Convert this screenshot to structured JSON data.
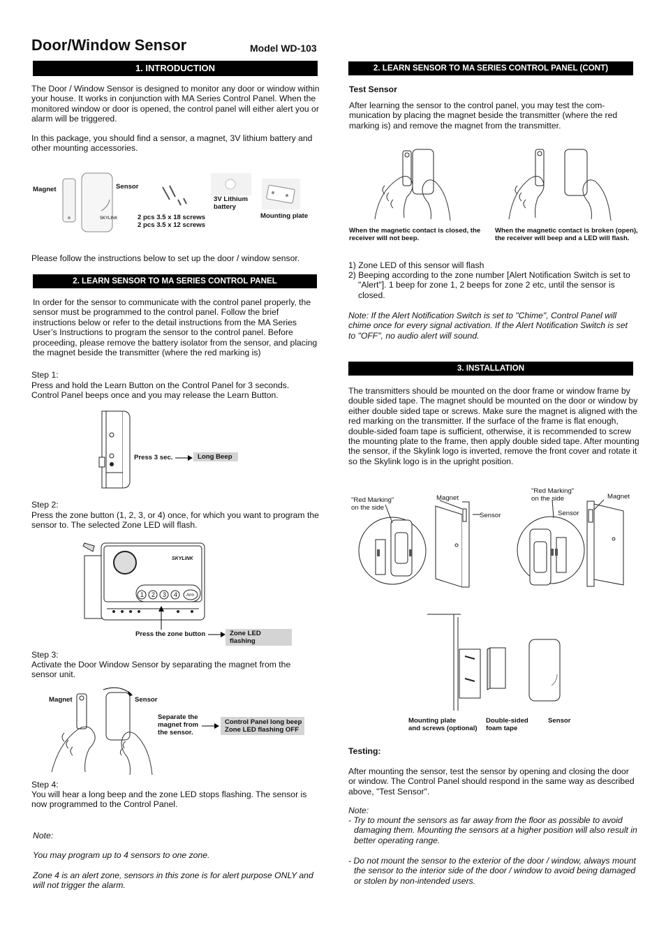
{
  "title": "Door/Window Sensor",
  "model": "Model WD-103",
  "intro": {
    "heading": "1. INTRODUCTION",
    "p1": "The Door / Window Sensor is designed to monitor any door or window within your house.  It works in conjunction with MA Series Control Panel. When the monitored window or door is opened, the control panel will either alert you or alarm will be triggered.",
    "p2": "In this package, you should find a sensor, a magnet, 3V lithium battery and other mounting accessories.",
    "labels": {
      "magnet": "Magnet",
      "sensor": "Sensor",
      "screws1": "2 pcs  3.5 x 18 screws",
      "screws2": "2 pcs  3.5 x 12 screws",
      "battery1": "3V Lithium",
      "battery2": "battery",
      "plate": "Mounting plate"
    },
    "follow": "Please follow the instructions below to set up the door / window sensor."
  },
  "learn": {
    "heading": "2. LEARN SENSOR TO MA SERIES CONTROL PANEL",
    "intro": "In order for the sensor to communicate with the control panel properly, the sensor must be programmed to the control panel.  Follow the brief instructions below or refer to the detail instructions from the MA Series User’s Instructions to program the sensor to the control panel.  Before proceeding, please remove the battery isolator from the sensor, and placing the magnet beside the transmitter (where the red marking is)",
    "step1_title": "Step 1:",
    "step1_text": "Press and hold the Learn Button on the Control Panel for 3 seconds. Control Panel beeps once and you may release the Learn Button.",
    "step1_press": "Press 3 sec.",
    "step1_result": "Long Beep",
    "step2_title": "Step 2:",
    "step2_text": "Press the zone button (1, 2, 3, or 4) once, for which you want to program the sensor to. The selected Zone LED will flash.",
    "step2_press": "Press the zone button",
    "step2_result": "Zone LED flashing",
    "panel_keys": [
      "1",
      "2",
      "3",
      "4",
      "Arm"
    ],
    "panel_logo": "SKYLINK",
    "step3_title": "Step 3:",
    "step3_text": "Activate the Door Window Sensor by separating the magnet from the sensor unit.",
    "step3_magnet": "Magnet",
    "step3_sensor": "Sensor",
    "step3_sep1": "Separate the",
    "step3_sep2": "magnet from",
    "step3_sep3": "the sensor.",
    "step3_result1": "Control Panel long beep",
    "step3_result2": "Zone LED flashing OFF",
    "step4_title": "Step 4:",
    "step4_text": "You will hear a long beep and the zone LED stops flashing. The sensor is now programmed to the Control Panel.",
    "note_label": "Note:",
    "note1": "You may program up to 4 sensors to one zone.",
    "note2": "Zone 4 is an alert zone, sensors in this zone is for alert purpose ONLY and will not trigger the alarm."
  },
  "learn_cont": {
    "heading": "2. LEARN SENSOR TO MA SERIES CONTROL PANEL (CONT)",
    "test_title": "Test Sensor",
    "test_text": "After learning the sensor to the control panel, you may test the com-munication by placing the magnet beside the transmitter (where the red marking is) and remove the magnet from the transmitter.",
    "cap_closed": "When the magnetic contact is closed, the receiver will not beep.",
    "cap_open": "When the magnetic contact is broken (open), the receiver will beep and a LED will flash.",
    "list1": "1) Zone LED of this sensor will flash",
    "list2": "2) Beeping according to the zone number [Alert Notification Switch is set to \"Alert\"]. 1 beep for zone 1, 2 beeps for zone 2 etc, until the sensor is closed.",
    "note": "Note: If the Alert Notification Switch is set to \"Chime\", Control Panel will chime once for every signal activation. If the Alert Notification Switch is set to \"OFF\", no audio alert will sound."
  },
  "install": {
    "heading": "3. INSTALLATION",
    "text": "The transmitters should be mounted on the door frame or window frame by double sided tape.  The magnet should be mounted on the door or window by either double sided tape or screws.  Make sure the magnet is aligned with the red marking on the transmitter. If the surface of the frame is flat enough, double-sided foam tape is sufficient, otherwise, it is recommended to screw the mounting plate to the frame, then apply double sided tape. After mounting the sensor, if the Skylink logo is inverted, remove the front cover and rotate it so the Skylink logo is in the upright position.",
    "red1": "\"Red Marking\"",
    "red2": "on the side",
    "magnet": "Magnet",
    "sensor": "Sensor",
    "mount1": "Mounting plate",
    "mount2": "and screws (optional)",
    "tape1": "Double-sided",
    "tape2": "foam tape",
    "testing_title": "Testing:",
    "testing_text": "After mounting the sensor, test the sensor by opening and closing the door or window. The Control Panel should respond in the same way as described above, \"Test Sensor\".",
    "note_label": "Note:",
    "note1": "- Try to mount the sensors as far away from the floor as possible to avoid damaging them.  Mounting the sensors at a higher position will also result in better operating range.",
    "note2": "- Do not mount the sensor to the exterior of the door / window, always mount the sensor to the interior side of the door / window to avoid being damaged or stolen by non-intended users."
  }
}
